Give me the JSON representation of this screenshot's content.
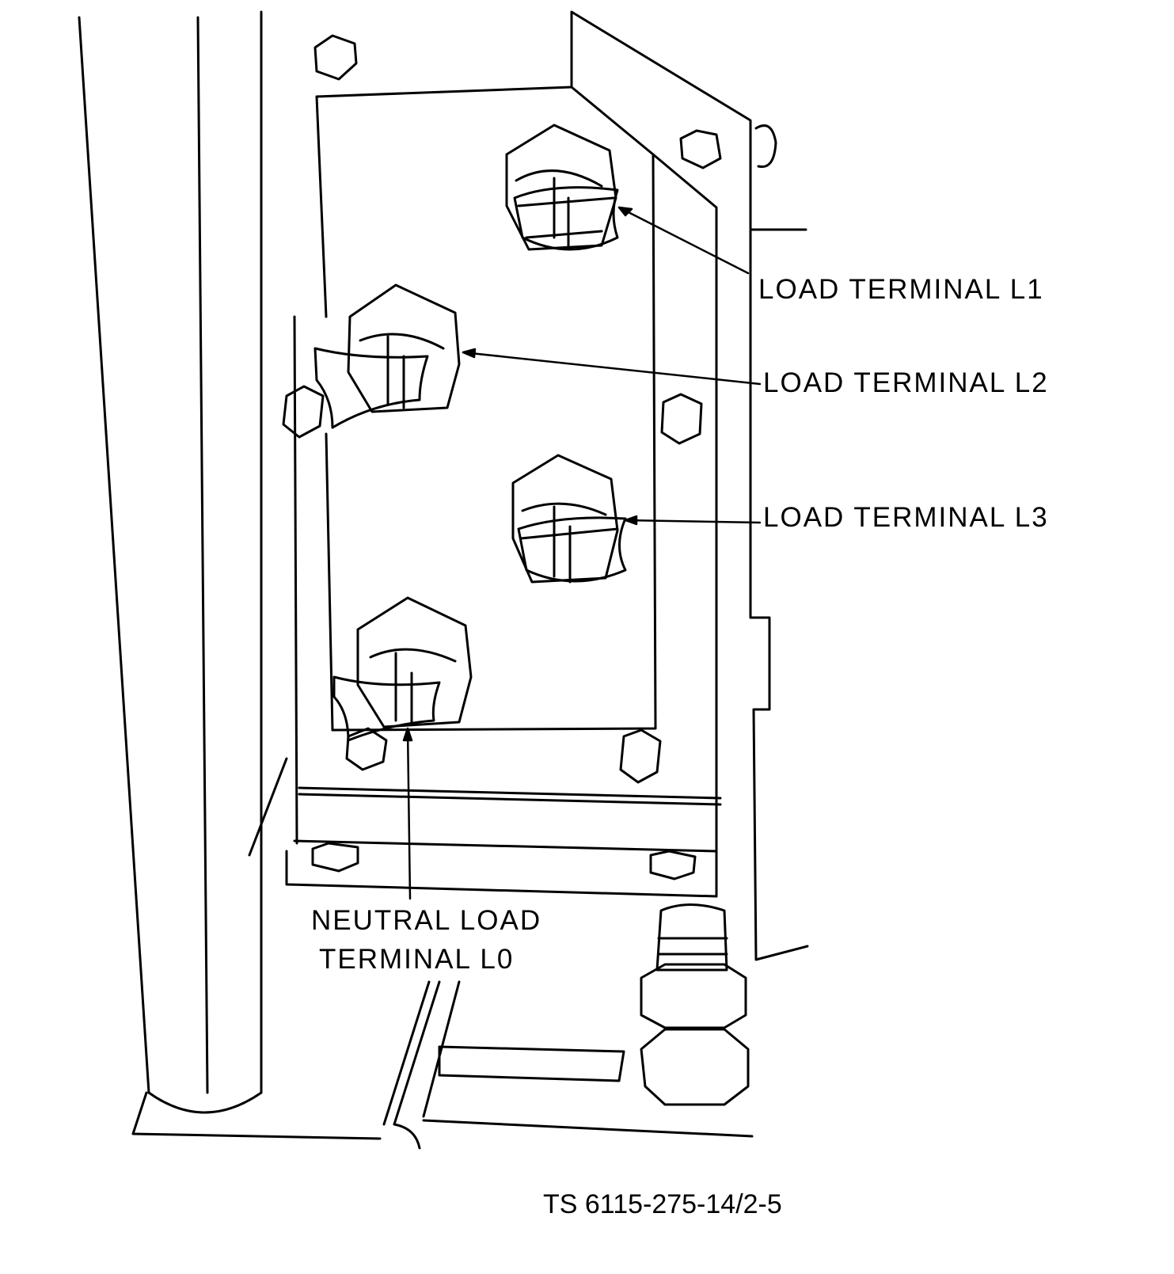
{
  "labels": {
    "l1": "LOAD TERMINAL L1",
    "l2": "LOAD TERMINAL L2",
    "l3": "LOAD TERMINAL L3",
    "l0_line1": "NEUTRAL LOAD",
    "l0_line2": "TERMINAL L0"
  },
  "figure_id": "TS 6115-275-14/2-5",
  "colors": {
    "ink": "#000000",
    "paper": "#ffffff"
  }
}
